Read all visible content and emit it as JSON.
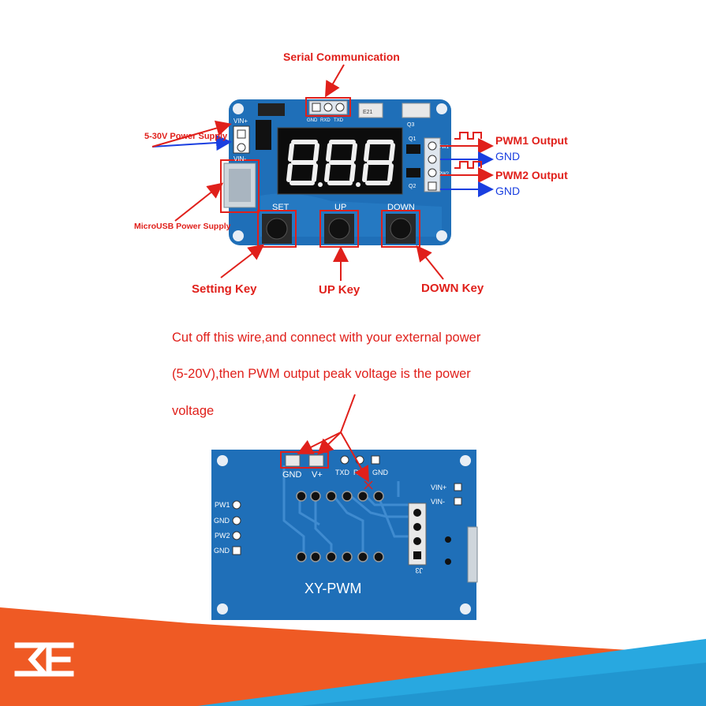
{
  "top_board": {
    "serial_label": "Serial Communication",
    "power_label": "5-30V Power Supply",
    "microusb_label": "MicroUSB Power Supply",
    "pwm1_label": "PWM1 Output",
    "gnd1_label": "GND",
    "pwm2_label": "PWM2 Output",
    "gnd2_label": "GND",
    "setting_key_label": "Setting Key",
    "up_key_label": "UP Key",
    "down_key_label": "DOWN Key",
    "silk": {
      "set": "SET",
      "up": "UP",
      "down": "DOWN",
      "vin_plus": "VIN+",
      "vin_minus": "VIN-",
      "gnd": "GND",
      "rxd": "RXD",
      "txd": "TXD",
      "pw1": "PW1",
      "pw2": "PW2",
      "q1": "Q1",
      "q2": "Q2",
      "q3": "Q3",
      "e21": "E21",
      "display": "888"
    }
  },
  "instructions": {
    "line1": "Cut off this wire,and connect with your external power",
    "line2": "(5-20V),then PWM output peak voltage is the power",
    "line3": "voltage"
  },
  "bottom_board": {
    "title": "XY-PWM",
    "gnd_pad": "GND",
    "vplus_pad": "V+",
    "txd": "TXD",
    "rxd": "RXD",
    "gnd_top": "GND",
    "vin_plus": "VIN+",
    "vin_minus": "VIN-",
    "pw1": "PW1",
    "gnd_a": "GND",
    "pw2": "PW2",
    "gnd_b": "GND",
    "j3": "J3"
  },
  "colors": {
    "accent_red": "#e0201b",
    "accent_blue": "#1a3fe0",
    "pcb_blue": "#1f6fb8",
    "banner_orange": "#ef5a24",
    "banner_cyan": "#28a8e0"
  },
  "brand": {
    "logo_icon": "3e-logo-icon"
  }
}
